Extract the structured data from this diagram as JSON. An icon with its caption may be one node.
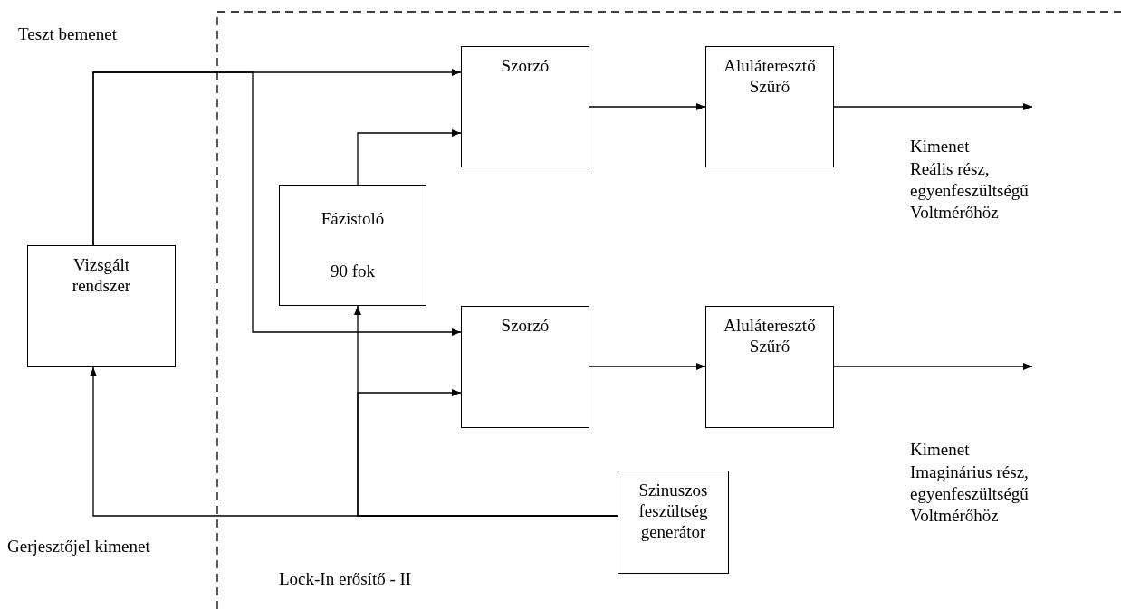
{
  "diagram": {
    "nodes": [
      {
        "text": [
          "Vizsgált rendszer"
        ]
      },
      {
        "text": [
          "Fázistoló",
          "90 fok"
        ]
      },
      {
        "text": [
          "Szorzó"
        ]
      },
      {
        "text": [
          "Aluláteresztő Szűrő"
        ]
      },
      {
        "text": [
          "Szorzó"
        ]
      },
      {
        "text": [
          "Aluláteresztő Szűrő"
        ]
      },
      {
        "text": [
          "Szinuszos feszültség generátor"
        ]
      }
    ],
    "edges": [
      {
        "from": 0,
        "to": 2,
        "arrow": "to"
      },
      {
        "from": 0,
        "to": 4,
        "arrow": "to"
      },
      {
        "from": 1,
        "to": 2,
        "arrow": "to"
      },
      {
        "from": 6,
        "to": 1,
        "arrow": "to"
      },
      {
        "from": 6,
        "to": 4,
        "arrow": "to"
      },
      {
        "from": 6,
        "to": 0,
        "arrow": "to"
      },
      {
        "from": 2,
        "to": 3,
        "arrow": "to"
      },
      {
        "from": 4,
        "to": 5,
        "arrow": "to"
      },
      {
        "from": 3,
        "to": null,
        "arrow": "to"
      },
      {
        "from": 5,
        "to": null,
        "arrow": "to"
      }
    ],
    "labels": [
      "Teszt bemenet",
      "Kimenet",
      "Reális rész, egyenfeszültségű Voltmérőhöz",
      "Kimenet",
      "Imaginárius rész, egyenfeszültségű Voltmérőhöz",
      "Gerjesztőjel kimenet",
      "Lock-In erősítő - II"
    ]
  }
}
